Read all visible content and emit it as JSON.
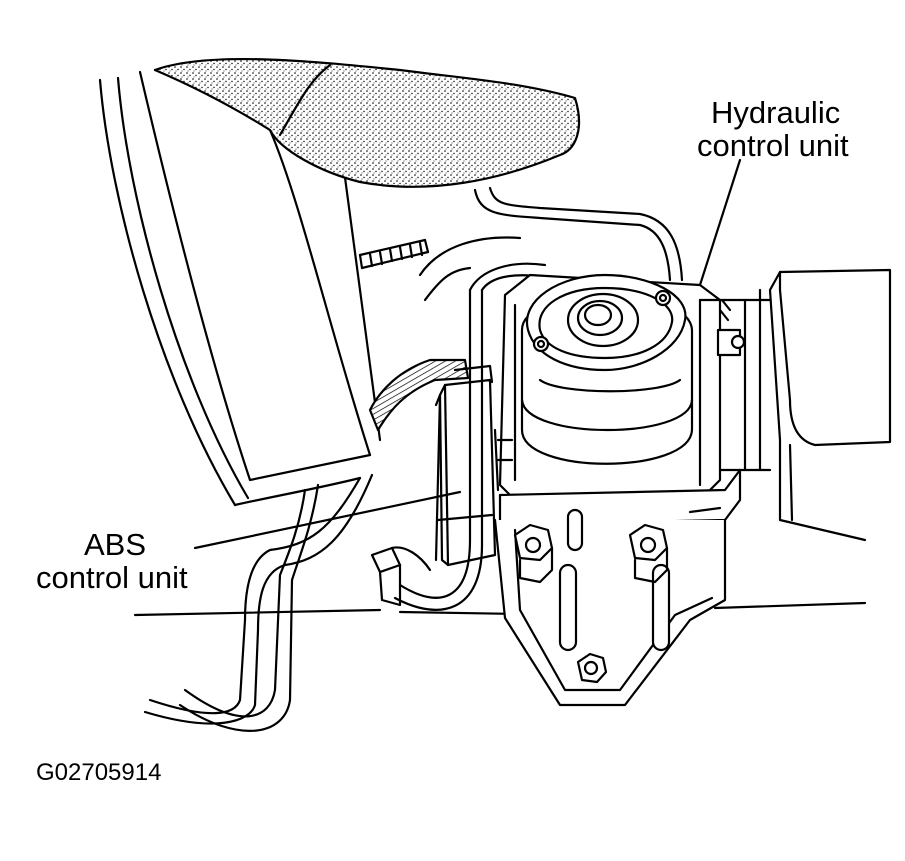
{
  "labels": {
    "hydraulic_line1": "Hydraulic",
    "hydraulic_line2": "control unit",
    "abs_line1": "ABS",
    "abs_line2": "control unit"
  },
  "figure_id": "G02705914"
}
